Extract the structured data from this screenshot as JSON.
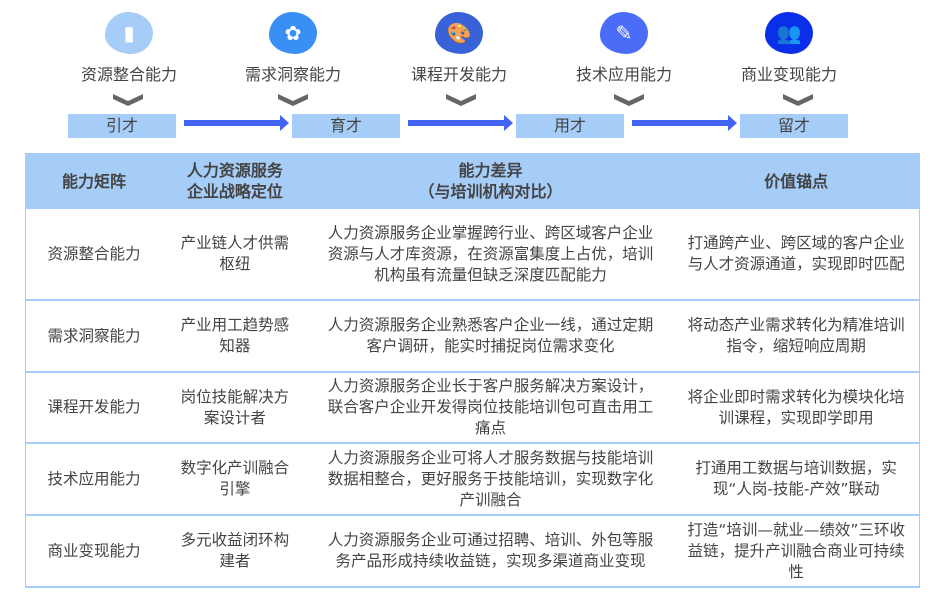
{
  "flow": {
    "steps": [
      {
        "label": "资源整合能力",
        "icon": "book-icon",
        "color": "#a6cdf8"
      },
      {
        "label": "需求洞察能力",
        "icon": "flower-icon",
        "color": "#3a8ff5"
      },
      {
        "label": "课程开发能力",
        "icon": "palette-icon",
        "color": "#3a62d8"
      },
      {
        "label": "技术应用能力",
        "icon": "brush-icon",
        "color": "#4a6cf7"
      },
      {
        "label": "商业变现能力",
        "icon": "users-icon",
        "color": "#0a2fe8"
      }
    ],
    "stages": [
      "引才",
      "育才",
      "用才",
      "留才"
    ]
  },
  "table": {
    "headers": [
      "能力矩阵",
      "人力资源服务企业战略定位",
      "能力差异（与培训机构对比）",
      "价值锚点"
    ],
    "header_lines": {
      "h2a": "人力资源服务",
      "h2b": "企业战略定位",
      "h3a": "能力差异",
      "h3b": "（与培训机构对比）"
    },
    "rows": [
      [
        "资源整合能力",
        "产业链人才供需枢纽",
        "人力资源服务企业掌握跨行业、跨区域客户企业资源与人才库资源，在资源富集度上占优，培训机构虽有流量但缺乏深度匹配能力",
        "打通跨产业、跨区域的客户企业与人才资源通道，实现即时匹配"
      ],
      [
        "需求洞察能力",
        "产业用工趋势感知器",
        "人力资源服务企业熟悉客户企业一线，通过定期客户调研，能实时捕捉岗位需求变化",
        "将动态产业需求转化为精准培训指令，缩短响应周期"
      ],
      [
        "课程开发能力",
        "岗位技能解决方案设计者",
        "人力资源服务企业长于客户服务解决方案设计，联合客户企业开发得岗位技能培训包可直击用工痛点",
        "将企业即时需求转化为模块化培训课程，实现即学即用"
      ],
      [
        "技术应用能力",
        "数字化产训融合引擎",
        "人力资源服务企业可将人才服务数据与技能培训数据相整合，更好服务于技能培训，实现数字化产训融合",
        "打通用工数据与培训数据，实现“人岗-技能-产效”联动"
      ],
      [
        "商业变现能力",
        "多元收益闭环构建者",
        "人力资源服务企业可通过招聘、培训、外包等服务产品形成持续收益链，实现多渠道商业变现",
        "打造“培训—就业—绩效”三环收益链，提升产训融合商业可持续性"
      ]
    ]
  }
}
